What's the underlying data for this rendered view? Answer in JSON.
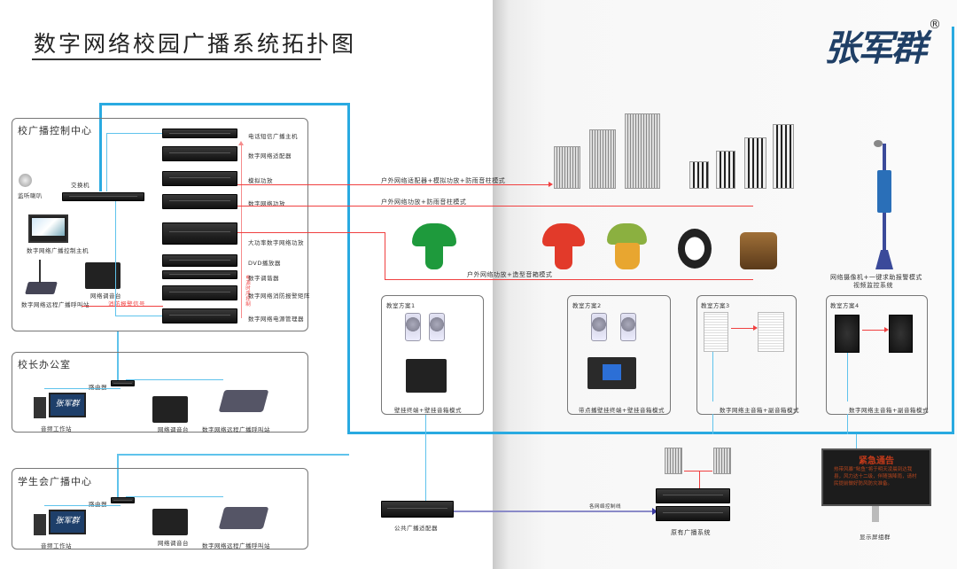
{
  "title": "数字网络校园广播系统拓扑图",
  "logo": {
    "text": "张军群",
    "reg": "®"
  },
  "control_center": {
    "title": "校广播控制中心",
    "devices": [
      "电话短信广播主机",
      "数字网络适配器",
      "模拟功放",
      "数字网络功放",
      "大功率数字网络功放",
      "DVD播放器",
      "数字调谐器",
      "数字网络消防报警矩阵",
      "数字网络电源管理器"
    ],
    "monitor_speaker": "监听喇叭",
    "switch": "交换机",
    "control_host": "数字网络广播控制主机",
    "mixer": "网络调音台",
    "call_station": "数字网络远程广播呼叫站",
    "fire_signal": "消防报警信号",
    "power_seq": "电源时序控制"
  },
  "outdoor": {
    "line1": "户外网络适配器+模拟功放+防雨音柱模式",
    "line2": "户外网络功放+防雨音柱模式",
    "line3": "户外网络功放+造型音箱模式"
  },
  "camera": {
    "line1": "网络摄像机+一键求助报警模式",
    "line2": "视频监控系统"
  },
  "classrooms": [
    {
      "title": "教室方案1",
      "mode": "壁挂终端+壁挂音箱模式"
    },
    {
      "title": "教室方案2",
      "mode": "带点播壁挂终端+壁挂音箱模式"
    },
    {
      "title": "教室方案3",
      "mode": "数字网络主音箱+副音箱模式"
    },
    {
      "title": "教室方案4",
      "mode": "数字网络主音箱+副音箱模式"
    }
  ],
  "principal": {
    "title": "校长办公室",
    "router": "路由器",
    "workstation": "音频工作站",
    "mixer": "网络调音台",
    "call_station": "数字网络远程广播呼叫站",
    "screen_logo": "张军群"
  },
  "student": {
    "title": "学生会广播中心",
    "router": "路由器",
    "workstation": "音频工作站",
    "mixer": "网络调音台",
    "call_station": "数字网络远程广播呼叫站",
    "screen_logo": "张军群"
  },
  "bottom": {
    "adapter": "公共广播适配器",
    "control_line": "各网络控制线",
    "legacy": "原有广播系统",
    "display": "显示屏组群",
    "notice_title": "紧急通告",
    "notice_text": "热带风暴“鲇鱼”将于明天凌晨到达我县，风力达十二级，伴随强降雨，请村民提前做好防风防灾准备。"
  },
  "colors": {
    "network": "#29aae1",
    "audio": "#f04040",
    "control": "#3a3aa0"
  }
}
